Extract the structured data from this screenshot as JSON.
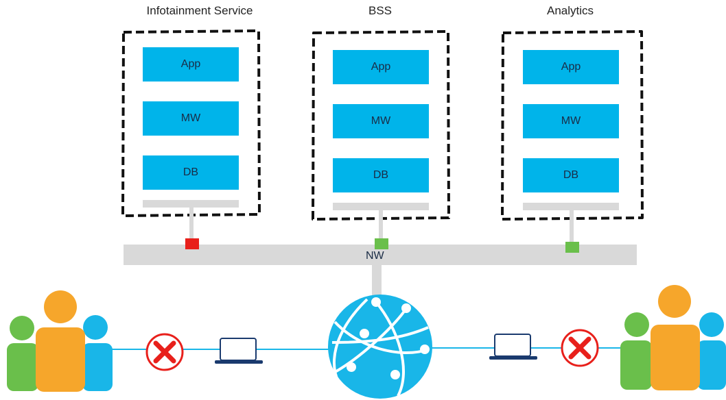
{
  "colors": {
    "layer_fill": "#00b4ea",
    "network_bar": "#d9d9d9",
    "status_down": "#e8201b",
    "status_up": "#6abf4b",
    "person_green": "#6abf4b",
    "person_orange": "#f6a62b",
    "person_blue": "#19b6e8",
    "globe": "#19b6e8",
    "block_icon": "#e8201b",
    "laptop": "#1a3a6e"
  },
  "services": [
    {
      "title": "Infotainment Service",
      "layers": [
        "App",
        "MW",
        "DB"
      ],
      "status": "down"
    },
    {
      "title": "BSS",
      "layers": [
        "App",
        "MW",
        "DB"
      ],
      "status": "up"
    },
    {
      "title": "Analytics",
      "layers": [
        "App",
        "MW",
        "DB"
      ],
      "status": "up"
    }
  ],
  "network": {
    "label": "NW"
  },
  "icons": {
    "left_users": "users-group-icon",
    "right_users": "users-group-icon",
    "left_block": "blocked-x-icon",
    "right_block": "blocked-x-icon",
    "left_device": "laptop-icon",
    "right_device": "laptop-icon",
    "internet": "globe-icon"
  }
}
